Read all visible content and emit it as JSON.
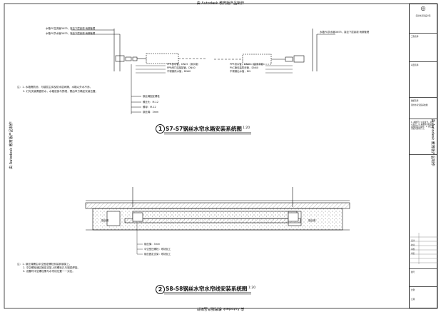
{
  "watermark": {
    "top": "由 Autodesk 教育版产品制作",
    "bottom": "由 Autodesk 教育版产品制作",
    "left": "由 Autodesk 教育版产品制作",
    "right": "由 Autodesk 教育版产品制作"
  },
  "section1": {
    "number": "1",
    "title": "S7-S7钢丝水帘水箱安装系统图",
    "scale": "1:20",
    "left_labels": [
      "水箱PC溢流管DN75，接至下层景观  雨期管理",
      "水箱PC供水管DN75，接至下层景观  雨期管理"
    ],
    "right_labels": [
      "水箱PC供水管DN75，接至下层景观  雨期管理"
    ],
    "mid_left_labels": [
      "PPR供水管，DN25（深水管）",
      "PPR阀门连接接管，DN40",
      "不锈钢供水管，DN40"
    ],
    "mid_right_labels": [
      "PPR供水管，DN25（溢流水管）",
      "PVC管包装防渗管，DN40",
      "不锈钢出水管，DN"
    ],
    "center_labels": [
      "钢丝绳固定螺栓",
      "螺丝头：M-12",
      "螺母：M-12",
      "钢丝绳：3mm"
    ],
    "notes": [
      "注：1. 水箱需防渗，与楼层主体及防水层间隔，水箱以外水不渗。",
      "2. 灯光安装需做防水，水箱底部与预埋，需由甲方确定安装位置。"
    ]
  },
  "section2": {
    "number": "2",
    "title": "S8-S8钢丝水帘水帘线安装系统图",
    "scale": "1:20",
    "side_labels": [
      "钢丝绳",
      "钢丝绳"
    ],
    "center_labels": [
      "钢丝绳：3mm",
      "中空型压螺栓：现场加工",
      "钢丝固定支架：现场加工"
    ],
    "notes": [
      "注：1. 钢丝绳需由中空固定螺栓安装到钢梁上。",
      "2. 中空螺栓通过固定支架上的螺栓孔与钢梁焊接。",
      "3. 设置时中空螺栓需与水帘线位置一一对应。"
    ]
  },
  "titleblock": {
    "company": "深圳市某某设计院",
    "rows": [
      "工程名称",
      "项目名称",
      "图纸名称",
      "钢丝水帘安装系统图",
      "设计",
      "校对",
      "审核",
      "审定",
      "图号",
      "比例",
      "日期"
    ],
    "notes_text": "1. 本图尺寸以毫米计，标高以米计。2. 本图需与相关专业图纸配合使用。3. 施工前须核对现场尺寸。"
  },
  "colors": {
    "line": "#111111",
    "hatch": "#777777",
    "accent": "#333333"
  }
}
